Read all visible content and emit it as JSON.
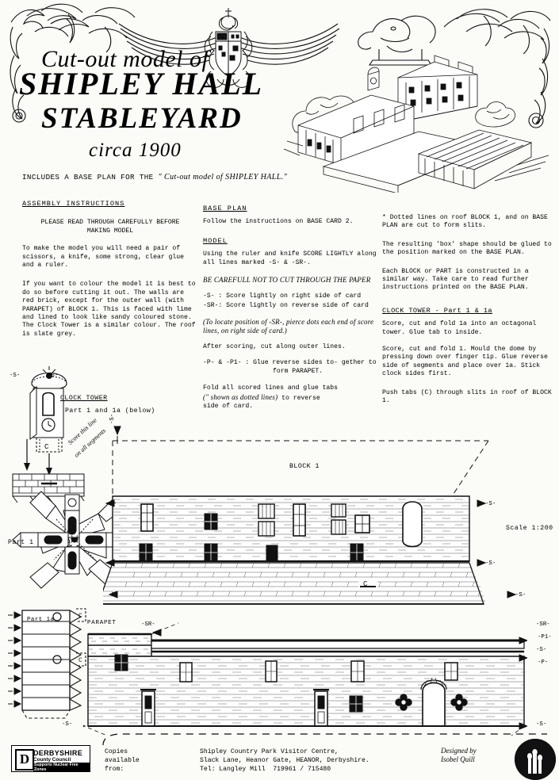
{
  "masthead": {
    "line1": "Cut-out  model of",
    "line2": "SHIPLEY HALL",
    "line3": "STABLEYARD",
    "line4": "circa  1900",
    "includes_prefix": "INCLUDES A BASE PLAN FOR THE",
    "includes_quote": "\" Cut-out model of SHIPLEY HALL.\"",
    "crest_alt": "coat-of-arms"
  },
  "col1": {
    "heading": "ASSEMBLY INSTRUCTIONS",
    "p1_line1": "PLEASE READ THROUGH CAREFULLY BEFORE",
    "p1_line2": "MAKING MODEL",
    "p2": "To make the model you will need a pair of scissors, a knife, some strong, clear glue and a ruler.",
    "p3": "If you want to colour the model it is best to do so before cutting it out. The walls are red brick, except for the outer wall (with PARAPET) of BLOCK 1. This is faced with lime and lined to look like sandy coloured stone. The Clock Tower is a similar colour. The roof is slate grey."
  },
  "col2": {
    "h_base": "BASE PLAN",
    "p_base": "Follow the instructions on BASE CARD 2.",
    "h_model": "MODEL",
    "p_model": "Using the ruler and knife SCORE LIGHTLY along all lines marked -S- & -SR-.",
    "p_careful": "BE CAREFULL NOT TO CUT THROUGH THE PAPER",
    "p_s": "-S- : Score lightly on right side of card",
    "p_sr": "-SR-: Score lightly on reverse side of card",
    "p_locate": "(To locate position of -SR-, pierce dots each end of score lines, on right side of card.)",
    "p_after": "After scoring, cut along outer lines.",
    "p_parapet": "-P- & -P1- : Glue reverse sides to- gether to form PARAPET.",
    "p_fold_a": "Fold all scored lines and glue tabs",
    "p_fold_b": "(\" shown as dotted lines)",
    "p_fold_c": " to reverse",
    "p_fold_d": "side of card."
  },
  "col3": {
    "p_dotted": "* Dotted lines on roof BLOCK 1, and on BASE PLAN are cut to form slits.",
    "p_box": "The resulting 'box' shape should be glued to the position marked on the BASE PLAN.",
    "p_each": "Each BLOCK or PART is constructed in a similar way.  Take care to read further instructions printed on the BASE PLAN.",
    "h_clock": "CLOCK TOWER - Part 1 & 1a",
    "p_score1": "Score, cut and fold 1a into an octagonal tower.  Glue tab to inside.",
    "p_score2": "Score, cut and fold 1.  Mould the dome by pressing down over finger tip.  Glue reverse side of segments and place over 1a.  Stick clock sides first.",
    "p_push": "Push tabs (C) through slits in roof of BLOCK 1."
  },
  "diagram": {
    "clock_tower_title": "CLOCK TOWER",
    "clock_tower_sub": "Part 1 and 1a (below)",
    "part1_label": "Part 1",
    "part1a_label": "Part 1a",
    "score_segments_line1": "Score this line",
    "score_segments_line2": "on all segments",
    "block1_label": "BLOCK 1",
    "scale_label": "Scale 1:200",
    "parapet_label": "PARAPET",
    "tab_c": "C",
    "mark_s": "-S-",
    "mark_sr": "-SR-",
    "mark_p": "-P-",
    "mark_p1": "-P1-"
  },
  "footer": {
    "logo_initial": "D",
    "logo_name": "DERBYSHIRE",
    "logo_sub": "County Council",
    "logo_tag": "Supports Nuclear Free Zones",
    "copies_label": "Copies available from:",
    "addr_line1": "Shipley Country Park Visitor Centre,",
    "addr_line2": "Slack Lane, Heanor Gate, HEANOR, Derbyshire.",
    "addr_line3": "Tel: Langley Mill  719961 / 715480",
    "designed_line1": "Designed by",
    "designed_line2": "Isobel Quill"
  }
}
